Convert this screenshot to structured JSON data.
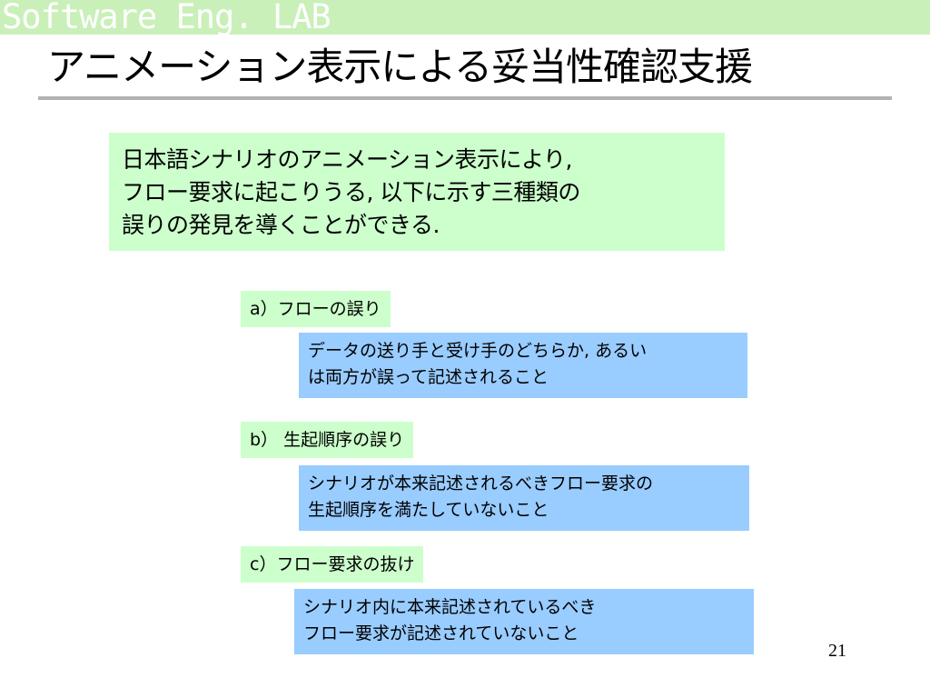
{
  "header": {
    "lab_name": "Software Eng. LAB",
    "title": "アニメーション表示による妥当性確認支援"
  },
  "intro": {
    "lines": [
      "日本語シナリオのアニメーション表示により,",
      "フロー要求に起こりうる, 以下に示す三種類の",
      "誤りの発見を導くことができる."
    ]
  },
  "categories": [
    {
      "label": "a）フローの誤り",
      "description_lines": [
        "データの送り手と受け手のどちらか, あるい",
        "は両方が誤って記述されること"
      ]
    },
    {
      "label": "b） 生起順序の誤り",
      "description_lines": [
        "シナリオが本来記述されるべきフロー要求の",
        "生起順序を満たしていないこと"
      ]
    },
    {
      "label": "c）フロー要求の抜け",
      "description_lines": [
        "シナリオ内に本来記述されているべき",
        "フロー要求が記述されていないこと"
      ]
    }
  ],
  "footer": {
    "page_number": "21"
  },
  "colors": {
    "top_band": "#c9f0b8",
    "intro_bg": "#ccffcc",
    "label_bg": "#ccffcc",
    "description_bg": "#99ccff",
    "title_rule": "#b2b2b2"
  }
}
